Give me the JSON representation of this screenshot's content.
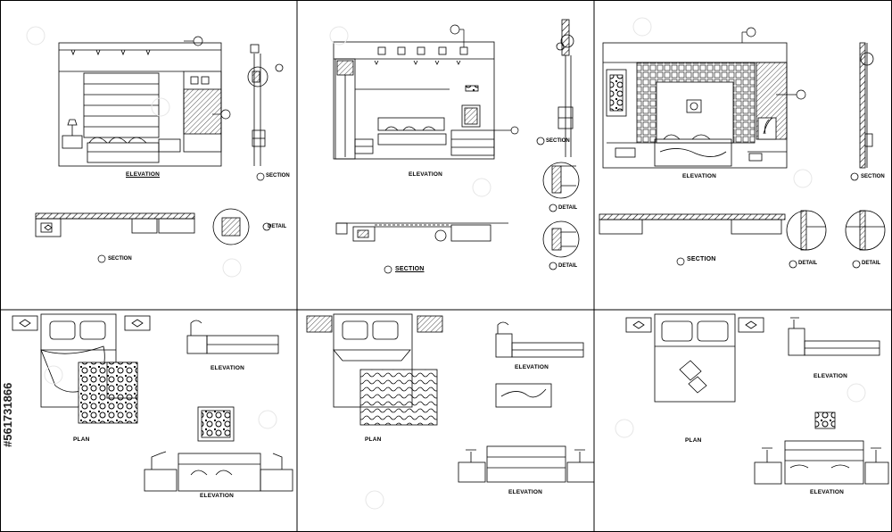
{
  "sheet": {
    "stock_id": "#561731866"
  },
  "panels": [
    {
      "top_labels": {
        "elevation": "ELEVATION",
        "section_side": "SECTION",
        "detail": "DETAIL",
        "section_plan": "SECTION"
      }
    },
    {
      "top_labels": {
        "elevation": "ELEVATION",
        "section_side": "SECTION",
        "detail_a": "DETAIL",
        "detail_b": "DETAIL",
        "section_plan": "SECTION"
      }
    },
    {
      "top_labels": {
        "elevation": "ELEVATION",
        "section_side": "SECTION",
        "section_plan": "SECTION",
        "detail_a": "DETAIL",
        "detail_b": "DETAIL"
      }
    }
  ],
  "bottom_panels": [
    {
      "plan": "PLAN",
      "elevation_side": "ELEVATION",
      "elevation_front": "ELEVATION"
    },
    {
      "plan": "PLAN",
      "elevation_side": "ELEVATION",
      "elevation_front": "ELEVATION"
    },
    {
      "plan": "PLAN",
      "elevation_side": "ELEVATION",
      "elevation_front": "ELEVATION"
    }
  ]
}
